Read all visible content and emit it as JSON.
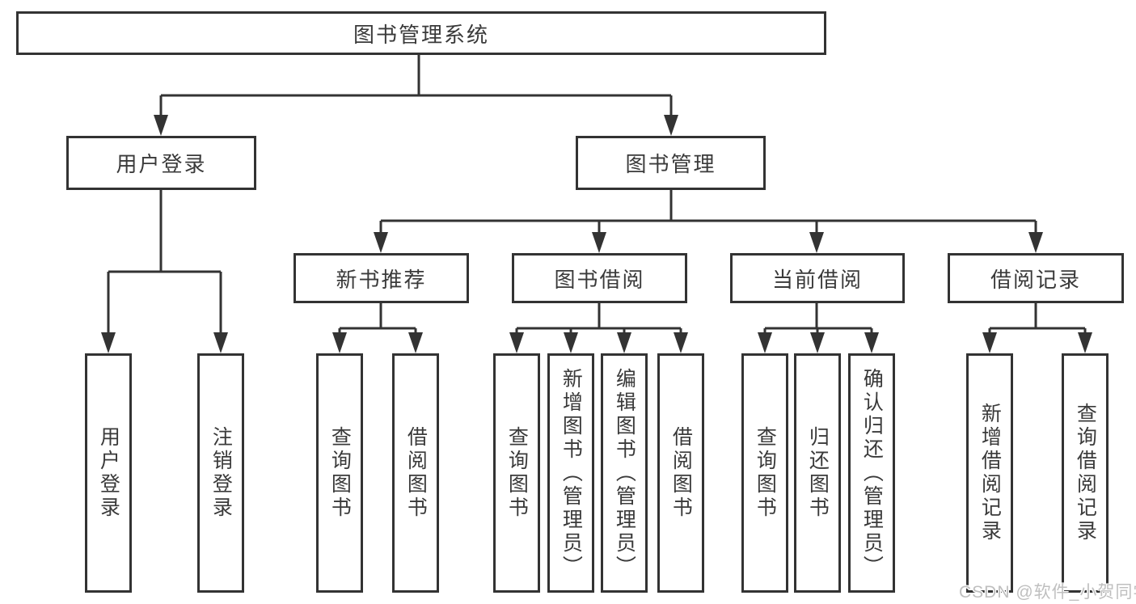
{
  "tree": {
    "label": "图书管理系统",
    "children": [
      {
        "label": "用户登录",
        "children": [
          {
            "label": "用户登录"
          },
          {
            "label": "注销登录"
          }
        ]
      },
      {
        "label": "图书管理",
        "children": [
          {
            "label": "新书推荐",
            "children": [
              {
                "label": "查询图书"
              },
              {
                "label": "借阅图书"
              }
            ]
          },
          {
            "label": "图书借阅",
            "children": [
              {
                "label": "查询图书"
              },
              {
                "label": "新增图书（管理员）"
              },
              {
                "label": "编辑图书（管理员）"
              },
              {
                "label": "借阅图书"
              }
            ]
          },
          {
            "label": "当前借阅",
            "children": [
              {
                "label": "查询图书"
              },
              {
                "label": "归还图书"
              },
              {
                "label": "确认归还（管理员）"
              }
            ]
          },
          {
            "label": "借阅记录",
            "children": [
              {
                "label": "新增借阅记录"
              },
              {
                "label": "查询借阅记录"
              }
            ]
          }
        ]
      }
    ]
  },
  "watermark": "CSDN @软件_小贺同学",
  "colors": {
    "line": "#333333",
    "text": "#3a3a3a",
    "background": "#ffffff",
    "watermark": "#bfbfbf"
  }
}
